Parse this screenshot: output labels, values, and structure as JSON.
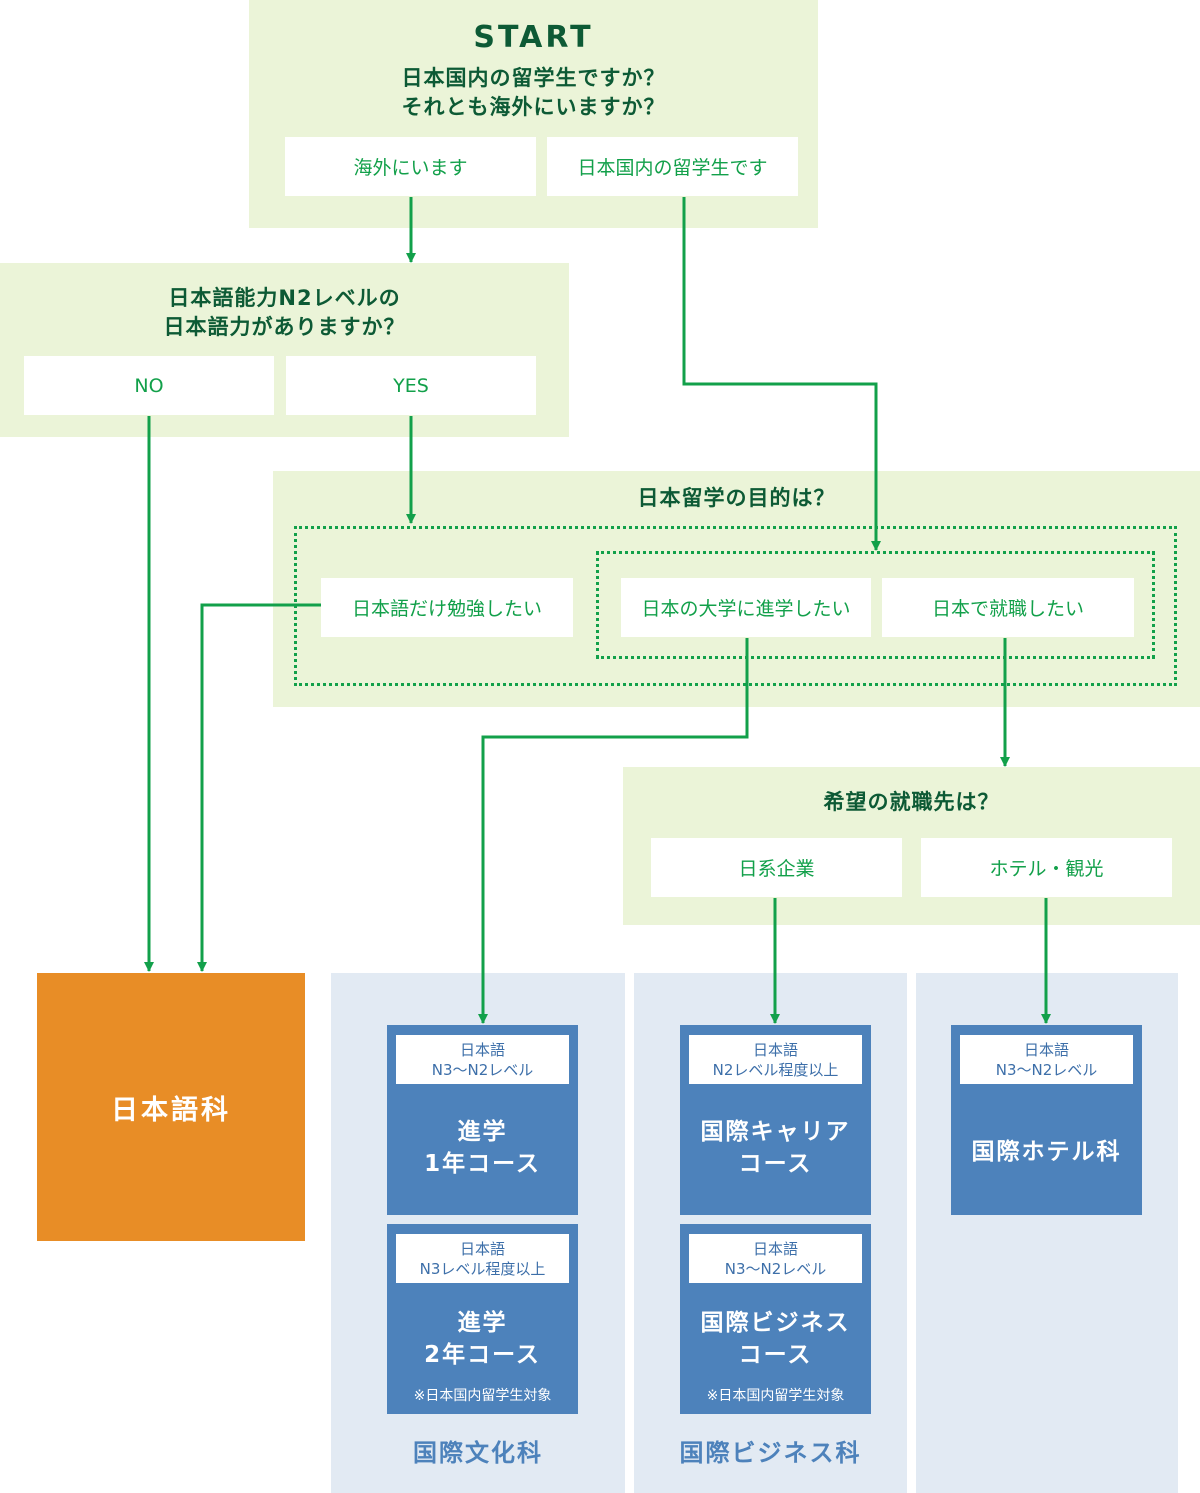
{
  "start": {
    "title": "START",
    "question_line1": "日本国内の留学生ですか？",
    "question_line2": "それとも海外にいますか？",
    "options": [
      "海外にいます",
      "日本国内の留学生です"
    ]
  },
  "q_level": {
    "line1": "日本語能力N2レベルの",
    "line2": "日本語力がありますか？",
    "options": [
      "NO",
      "YES"
    ]
  },
  "q_purpose": {
    "title": "日本留学の目的は？",
    "options": [
      "日本語だけ勉強したい",
      "日本の大学に進学したい",
      "日本で就職したい"
    ]
  },
  "q_job": {
    "title": "希望の就職先は？",
    "options": [
      "日系企業",
      "ホテル・観光"
    ]
  },
  "nihongo_dept": "日本語科",
  "columns": [
    {
      "dept": "国際文化科",
      "courses": [
        {
          "level1": "日本語",
          "level2": "N3〜N2レベル",
          "name1": "進学",
          "name2": "1年コース"
        },
        {
          "level1": "日本語",
          "level2": "N3レベル程度以上",
          "name1": "進学",
          "name2": "2年コース",
          "note": "※日本国内留学生対象"
        }
      ]
    },
    {
      "dept": "国際ビジネス科",
      "courses": [
        {
          "level1": "日本語",
          "level2": "N2レベル程度以上",
          "name1": "国際キャリア",
          "name2": "コース"
        },
        {
          "level1": "日本語",
          "level2": "N3〜N2レベル",
          "name1": "国際ビジネス",
          "name2": "コース",
          "note": "※日本国内留学生対象"
        }
      ]
    },
    {
      "dept": "",
      "courses": [
        {
          "level1": "日本語",
          "level2": "N3〜N2レベル",
          "name1": "国際ホテル科"
        }
      ]
    }
  ],
  "colors": {
    "panel": "#ebf4d8",
    "arrow": "#12a04a",
    "question_text": "#0d5a35",
    "course": "#4d82bb",
    "column_bg": "#e2eaf3",
    "nihongo": "#e88d26"
  }
}
